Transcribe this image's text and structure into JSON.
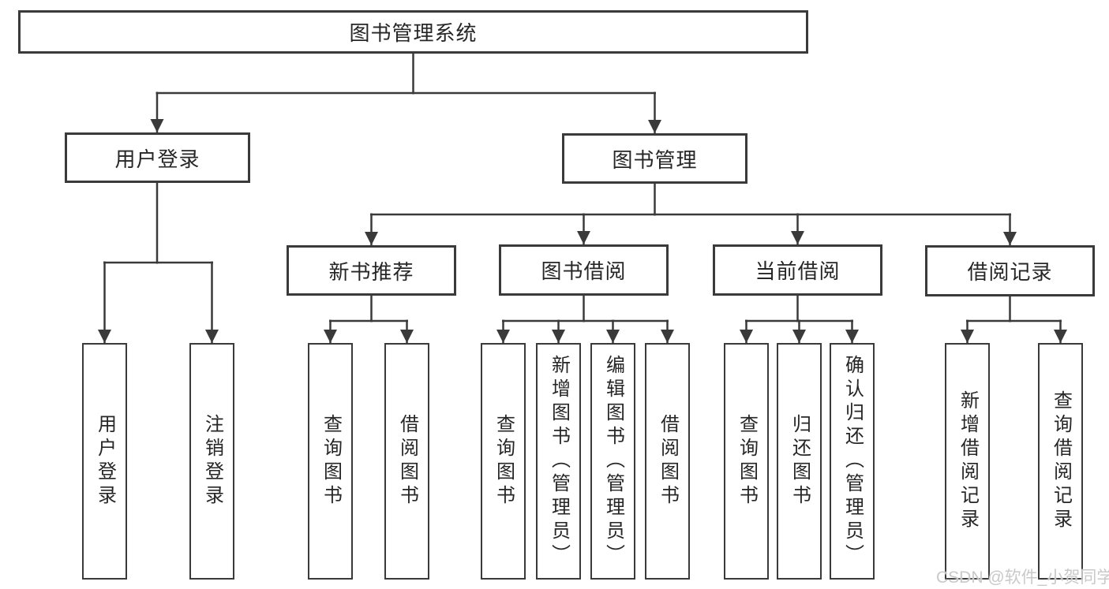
{
  "tree": {
    "root": {
      "label": "图书管理系统",
      "children": [
        {
          "label": "用户登录",
          "children": [
            {
              "label": "用户登录"
            },
            {
              "label": "注销登录"
            }
          ]
        },
        {
          "label": "图书管理",
          "children": [
            {
              "label": "新书推荐",
              "children": [
                {
                  "label": "查询图书"
                },
                {
                  "label": "借阅图书"
                }
              ]
            },
            {
              "label": "图书借阅",
              "children": [
                {
                  "label": "查询图书"
                },
                {
                  "label": "新增图书（管理员）"
                },
                {
                  "label": "编辑图书（管理员）"
                },
                {
                  "label": "借阅图书"
                }
              ]
            },
            {
              "label": "当前借阅",
              "children": [
                {
                  "label": "查询图书"
                },
                {
                  "label": "归还图书"
                },
                {
                  "label": "确认归还（管理员）"
                }
              ]
            },
            {
              "label": "借阅记录",
              "children": [
                {
                  "label": "新增借阅记录"
                },
                {
                  "label": "查询借阅记录"
                }
              ]
            }
          ]
        }
      ]
    }
  },
  "watermark": "CSDN @软件_小贺同学",
  "colors": {
    "line": "#3a3a3a",
    "text": "#262626",
    "background": "#ffffff",
    "watermark": "#c9c9c9"
  }
}
